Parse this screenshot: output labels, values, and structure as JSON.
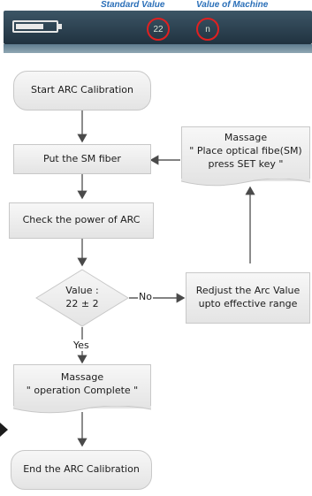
{
  "header": {
    "standard_value_label": "Standard Value",
    "machine_value_label": "Value of Machine",
    "standard_value_reading": "22",
    "machine_value_reading": "n"
  },
  "device": {
    "battery_level": 0.7,
    "highlight_color": "#e12020"
  },
  "flowchart": {
    "start": "Start ARC Calibration",
    "put_fiber": "Put the SM fiber",
    "check_power": "Check the power of ARC",
    "decision_line1": "Value :",
    "decision_line2": "22 ± 2",
    "no_label": "No",
    "yes_label": "Yes",
    "adjust_line1": "Redjust the Arc Value",
    "adjust_line2": "upto effective range",
    "msg1_title": "Massage",
    "msg1_line1": "\" Place optical fibe(SM)",
    "msg1_line2": "press SET key \"",
    "msg2_title": "Massage",
    "msg2_line1": "\" operation Complete \"",
    "end": "End the ARC Calibration"
  }
}
